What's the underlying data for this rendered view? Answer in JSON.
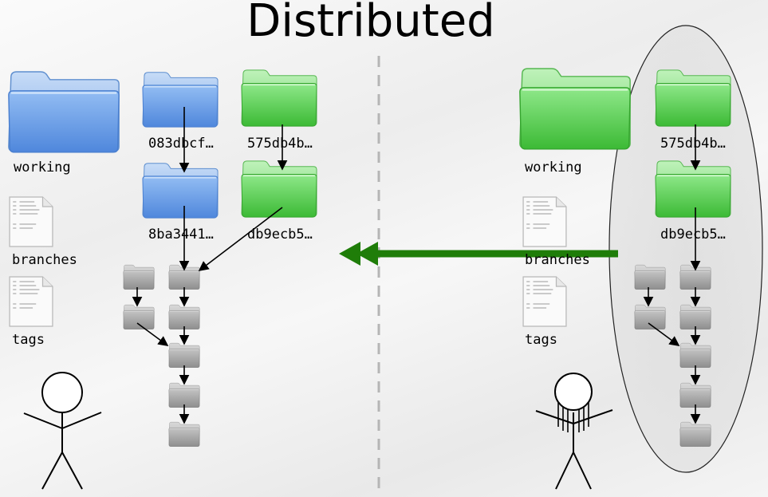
{
  "title": "Distributed",
  "left": {
    "labels": {
      "working": "working",
      "branches": "branches",
      "tags": "tags"
    },
    "blue_commits": [
      "083dbcf…",
      "8ba3441…"
    ],
    "green_commits": [
      "575db4b…",
      "db9ecb5…"
    ]
  },
  "right": {
    "labels": {
      "working": "working",
      "branches": "branches",
      "tags": "tags"
    },
    "green_commits": [
      "575db4b…",
      "db9ecb5…"
    ]
  },
  "colors": {
    "blue_folder": "#6a9ce6",
    "green_folder": "#5ed25a",
    "gray_folder": "#a6a6a6",
    "arrow_green": "#1e7d0a",
    "divider": "#b3b3b3"
  },
  "icons": [
    "folder-icon",
    "document-icon",
    "stick-figure-icon",
    "arrow-icon"
  ]
}
